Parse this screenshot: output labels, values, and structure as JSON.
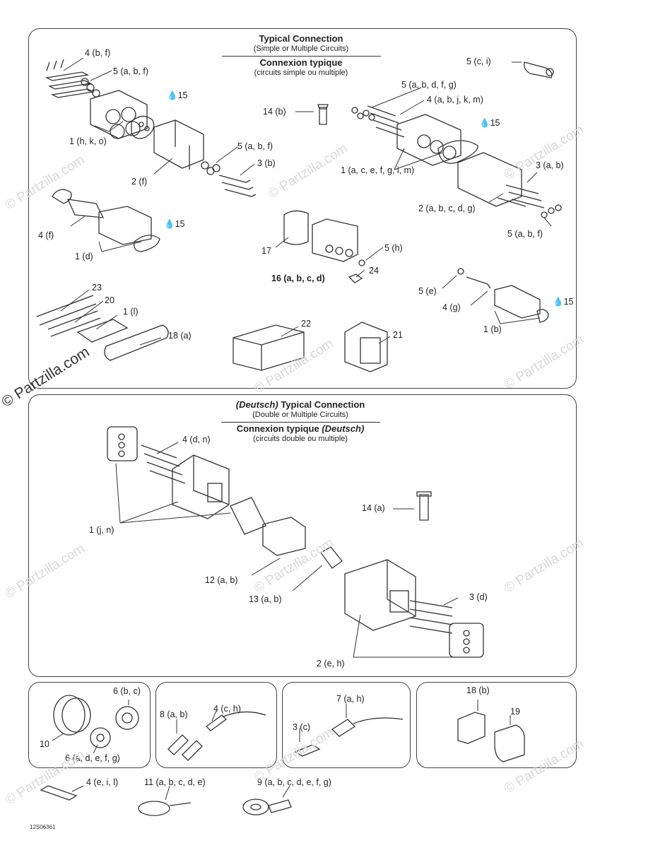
{
  "panels": {
    "top": {
      "title_en": "Typical Connection",
      "subtitle_en": "(Simple or Multiple Circuits)",
      "title_fr": "Connexion typique",
      "subtitle_fr": "(circuits simple ou multiple)"
    },
    "middle": {
      "title_en_prefix": "(Deutsch)",
      "title_en": "Typical Connection",
      "subtitle_en": "(Double or Multiple Circuits)",
      "title_fr": "Connexion typique",
      "title_fr_suffix": "(Deutsch)",
      "subtitle_fr": "(circuits double ou multiple)"
    }
  },
  "labels": {
    "top": {
      "l4bf": "4 (b, f)",
      "l5abf_a": "5 (a, b, f)",
      "l15_a": "15",
      "l1hko": "1 (h, k, o)",
      "l2f": "2 (f)",
      "l5abf_b": "5 (a, b, f)",
      "l3b": "3 (b)",
      "l14b": "14 (b)",
      "l5ci": "5 (c, i)",
      "l5abdfg": "5 (a, b, d, f, g)",
      "l4abjkm": "4 (a, b, j, k, m)",
      "l15_b": "15",
      "l1acefgim": "1 (a, c, e, f, g, i, m)",
      "l3ab": "3 (a, b)",
      "l2abcdg": "2 (a, b, c, d, g)",
      "l5abf_c": "5 (a, b, f)",
      "l4f": "4 (f)",
      "l15_c": "15",
      "l1d": "1 (d)",
      "l17": "17",
      "l5h": "5 (h)",
      "l24": "24",
      "l16abcd": "16 (a, b, c, d)",
      "l5e": "5 (e)",
      "l4g": "4 (g)",
      "l15_d": "15",
      "l1b": "1 (b)",
      "l23": "23",
      "l20": "20",
      "l1l": "1 (l)",
      "l18a": "18 (a)",
      "l22": "22",
      "l21": "21"
    },
    "middle": {
      "l4dn": "4 (d, n)",
      "l1jn": "1 (j, n)",
      "l14a": "14 (a)",
      "l12ab": "12 (a, b)",
      "l13ab": "13 (a, b)",
      "l3d": "3 (d)",
      "l2eh": "2 (e, h)"
    },
    "bottom": {
      "l6bc": "6 (b, c)",
      "l10": "10",
      "l6adefg": "6 (a, d, e, f, g)",
      "l4ch": "4 (c, h)",
      "l8ab": "8 (a, b)",
      "l7ah": "7 (a, h)",
      "l3c": "3 (c)",
      "l18b": "18 (b)",
      "l19": "19",
      "l4eil": "4 (e, i, l)",
      "l11abcde": "11 (a, b, c, d, e)",
      "l9abcdefg": "9 (a, b, c, d, e, f, g)"
    }
  },
  "watermark": {
    "main": "© Partzilla.com",
    "faint": "© Partzilla.com"
  },
  "figure_code": "12S06361",
  "icons": [
    "drop-icon"
  ]
}
